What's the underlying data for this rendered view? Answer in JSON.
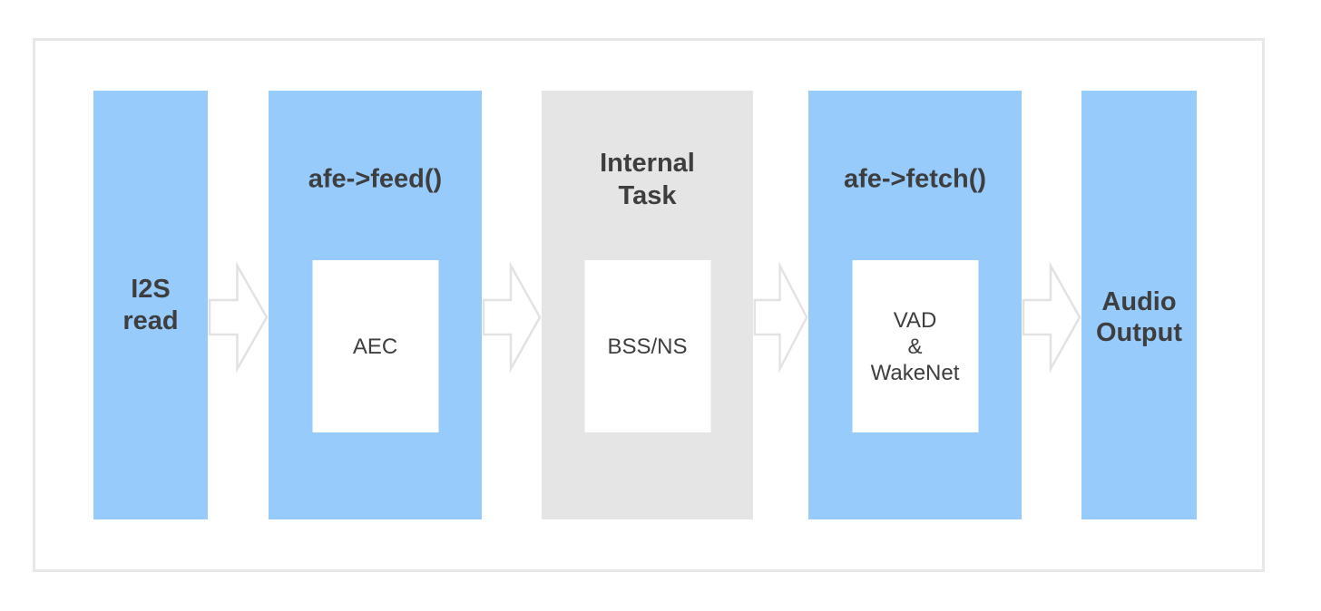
{
  "diagram": {
    "type": "flow-pipeline",
    "direction": "left-to-right",
    "columns": [
      {
        "name": "i2s-read",
        "style": "blue",
        "title_lines": [
          "I2S",
          "read"
        ],
        "inner_lines": []
      },
      {
        "name": "afe-feed",
        "style": "blue",
        "title_lines": [
          "afe->feed()"
        ],
        "inner_lines": [
          "AEC"
        ]
      },
      {
        "name": "internal-task",
        "style": "gray",
        "title_lines": [
          "Internal",
          "Task"
        ],
        "inner_lines": [
          "BSS/NS"
        ]
      },
      {
        "name": "afe-fetch",
        "style": "blue",
        "title_lines": [
          "afe->fetch()"
        ],
        "inner_lines": [
          "VAD",
          "&",
          "WakeNet"
        ]
      },
      {
        "name": "audio-output",
        "style": "blue",
        "title_lines": [
          "Audio",
          "Output"
        ],
        "inner_lines": []
      }
    ],
    "connectors": {
      "icon": "arrow-right",
      "count": 4
    },
    "colors": {
      "block_blue": "#97cbfc",
      "block_gray": "#e5e5e5",
      "inner_box_white": "#ffffff",
      "text_dark": "#3e3e3e",
      "arrow_stroke": "#e2e2e2",
      "frame_border": "#e7e7e7"
    }
  }
}
